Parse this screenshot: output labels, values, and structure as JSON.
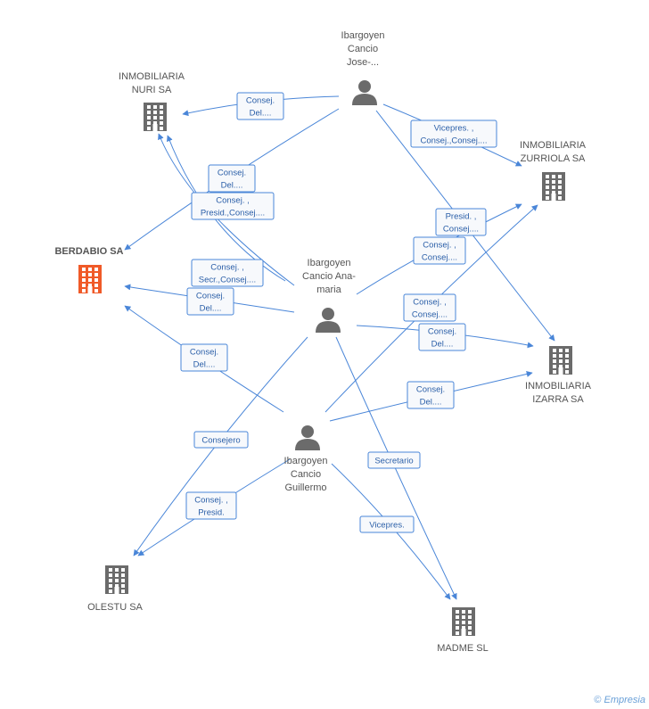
{
  "colors": {
    "edge": "#4a86d8",
    "company": "#6b6b6b",
    "focus_company": "#f05a28",
    "person": "#6b6b6b",
    "label": "#555555"
  },
  "nodes": [
    {
      "id": "nuri",
      "kind": "company",
      "label": [
        "INMOBILIARIA",
        "NURI SA"
      ],
      "icon": "building-icon"
    },
    {
      "id": "zurriola",
      "kind": "company",
      "label": [
        "INMOBILIARIA",
        "ZURRIOLA SA"
      ],
      "icon": "building-icon"
    },
    {
      "id": "berdabio",
      "kind": "company",
      "focus": true,
      "label": [
        "BERDABIO SA"
      ],
      "icon": "building-icon"
    },
    {
      "id": "izarra",
      "kind": "company",
      "label": [
        "INMOBILIARIA",
        "IZARRA SA"
      ],
      "icon": "building-icon"
    },
    {
      "id": "olestu",
      "kind": "company",
      "label": [
        "OLESTU SA"
      ],
      "icon": "building-icon"
    },
    {
      "id": "madme",
      "kind": "company",
      "label": [
        "MADME SL"
      ],
      "icon": "building-icon"
    },
    {
      "id": "jose",
      "kind": "person",
      "label": [
        "Ibargoyen",
        "Cancio",
        "Jose-..."
      ],
      "icon": "person-icon"
    },
    {
      "id": "anamaria",
      "kind": "person",
      "label": [
        "Ibargoyen",
        "Cancio Ana-",
        "maria"
      ],
      "icon": "person-icon"
    },
    {
      "id": "guillermo",
      "kind": "person",
      "label": [
        "Ibargoyen",
        "Cancio",
        "Guillermo"
      ],
      "icon": "person-icon"
    }
  ],
  "edges": [
    {
      "label": [
        "Consej.",
        "Del...."
      ]
    },
    {
      "label": [
        "Vicepres. ,",
        "Consej.,Consej...."
      ]
    },
    {
      "label": [
        "Consej.",
        "Del...."
      ]
    },
    {
      "label": [
        "Presid. ,",
        "Consej...."
      ]
    },
    {
      "label": [
        "Consej. ,",
        "Presid.,Consej...."
      ]
    },
    {
      "label": [
        "Consej. ,",
        "Secr.,Consej...."
      ]
    },
    {
      "label": [
        "Consej.",
        "Del...."
      ]
    },
    {
      "label": [
        "Consej. ,",
        "Consej...."
      ]
    },
    {
      "label": [
        "Consej. ,",
        "Consej...."
      ]
    },
    {
      "label": [
        "Consej.",
        "Del...."
      ]
    },
    {
      "label": [
        "Consej.",
        "Del...."
      ]
    },
    {
      "label": [
        "Consej.",
        "Del...."
      ]
    },
    {
      "label": [
        "Consejero"
      ]
    },
    {
      "label": [
        "Secretario"
      ]
    },
    {
      "label": [
        "Consej. ,",
        "Presid."
      ]
    },
    {
      "label": [
        "Vicepres."
      ]
    }
  ],
  "footer": {
    "copyright": "©",
    "brand": "Empresia"
  }
}
